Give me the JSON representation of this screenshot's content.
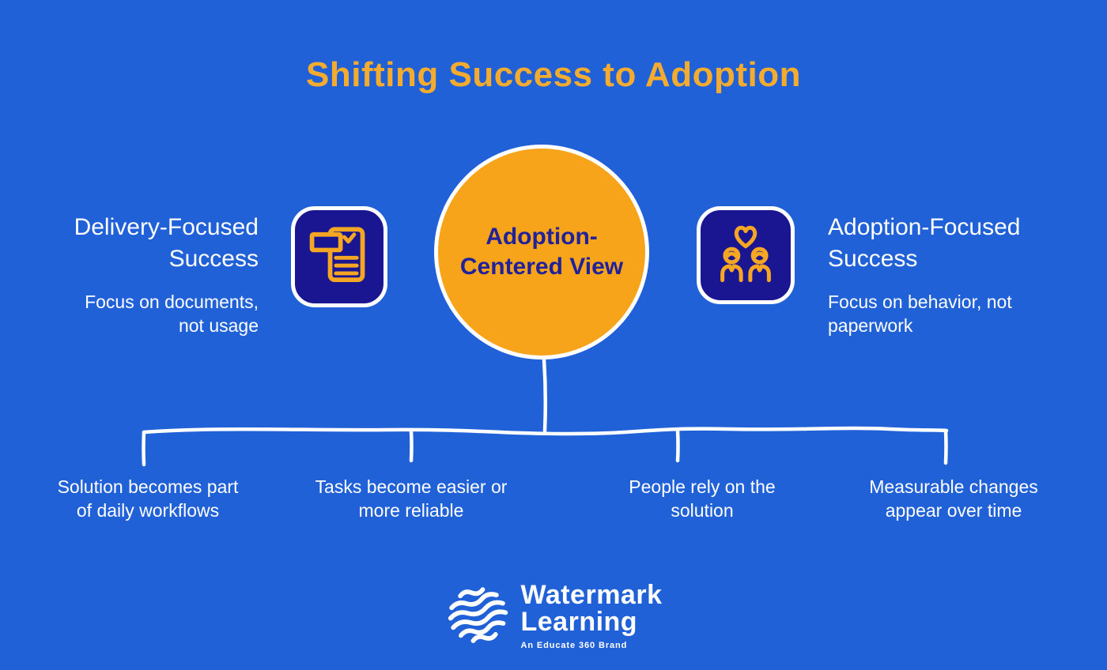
{
  "colors": {
    "background": "#2161D8",
    "title_orange": "#F5AC2E",
    "circle_orange": "#F7A41B",
    "icon_navy": "#1A1691",
    "circle_text_navy": "#212299",
    "text_white": "#FFFFFF",
    "icon_stroke_orange": "#F5A623"
  },
  "title": "Shifting Success to Adoption",
  "center": {
    "label": "Adoption-\nCentered View"
  },
  "left": {
    "icon": "document-checklist-icon",
    "heading": "Delivery-Focused\nSuccess",
    "subtext": "Focus on documents,\nnot usage"
  },
  "right": {
    "icon": "people-heart-icon",
    "heading": "Adoption-Focused\nSuccess",
    "subtext": "Focus on behavior, not\npaperwork"
  },
  "outcomes": [
    {
      "label": "Solution becomes part\nof daily workflows"
    },
    {
      "label": "Tasks become easier or\nmore reliable"
    },
    {
      "label": "People rely on the\nsolution"
    },
    {
      "label": "Measurable changes\nappear over time"
    }
  ],
  "footer": {
    "logo": "watermark-wave-logo-icon",
    "brand_name": "Watermark\nLearning",
    "brand_tagline": "An Educate 360 Brand"
  }
}
